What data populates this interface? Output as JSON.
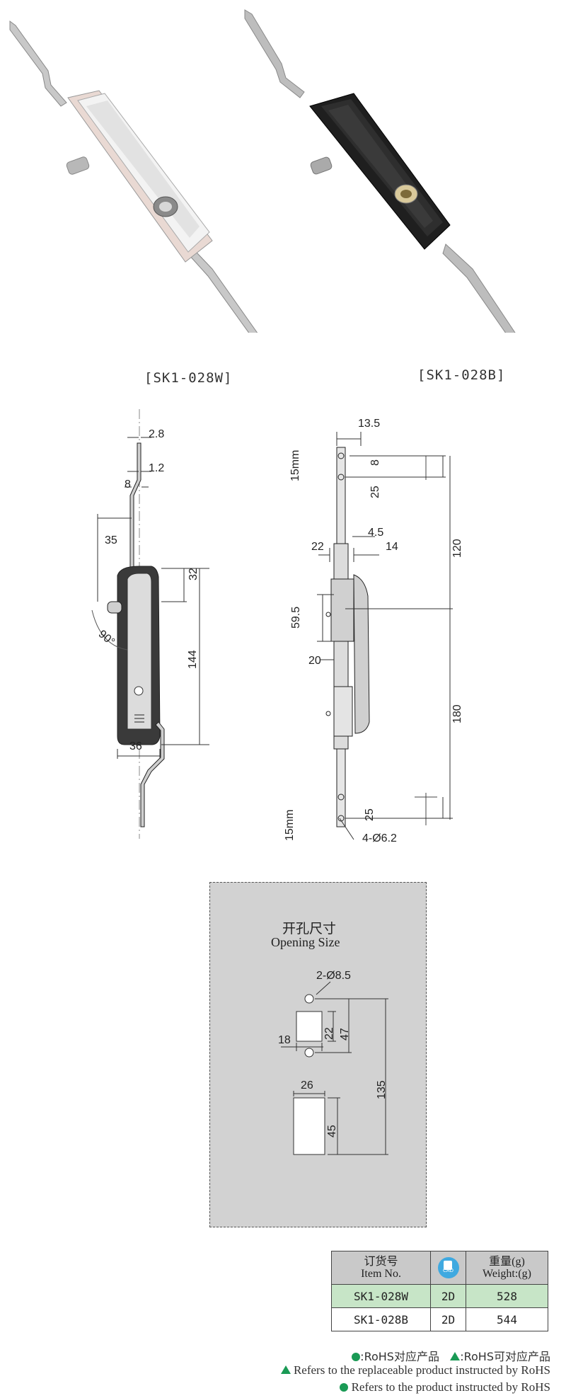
{
  "products": [
    {
      "caption": "[SK1-028W]",
      "finish_color": "#dcdcdc"
    },
    {
      "caption": "[SK1-028B]",
      "finish_color": "#1a1a1a"
    }
  ],
  "side_view": {
    "dims": {
      "d2_8": "2.8",
      "d1_2": "1.2",
      "d8": "8",
      "d35": "35",
      "d32": "32",
      "angle": "90°",
      "d144": "144",
      "d36": "36"
    }
  },
  "front_view": {
    "dims": {
      "d13_5": "13.5",
      "d8": "8",
      "d25_top": "25",
      "d120": "120",
      "d4_5": "4.5",
      "d22": "22",
      "d14": "14",
      "d59_5": "59.5",
      "d20": "20",
      "d180": "180",
      "d25_bot": "25",
      "holes": "4-Ø6.2"
    },
    "travel_top": "15mm",
    "travel_bottom": "15mm"
  },
  "opening": {
    "title_cn": "开孔尺寸",
    "title_en": "Opening Size",
    "dims": {
      "holes": "2-Ø8.5",
      "d22": "22",
      "d47": "47",
      "d18": "18",
      "d135": "135",
      "d26": "26",
      "d45": "45"
    }
  },
  "table": {
    "header": {
      "item_cn": "订货号",
      "item_en": "Item No.",
      "cad_icon": "CAD",
      "weight_cn": "重量(g)",
      "weight_en": "Weight:(g)"
    },
    "rows": [
      {
        "item": "SK1-028W",
        "cad": "2D",
        "weight": "528",
        "highlight": true
      },
      {
        "item": "SK1-028B",
        "cad": "2D",
        "weight": "544",
        "highlight": false
      }
    ],
    "highlight_color": "#c7e5c7"
  },
  "legend": {
    "line1_a": ":RoHS对应产品",
    "line1_b": ":RoHS可对应产品",
    "line2": "Refers to the replaceable product instructed by RoHS",
    "line3": "Refers to the product instructed by RoHS",
    "accent": "#1a9a55"
  }
}
